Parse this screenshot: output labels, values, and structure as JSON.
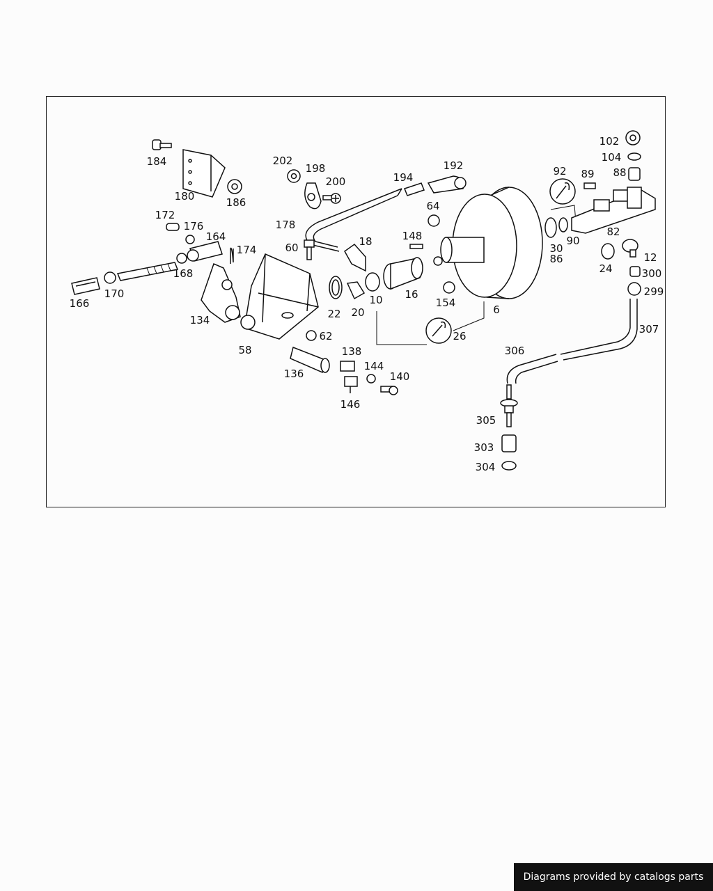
{
  "diagram": {
    "callouts": [
      {
        "id": "184",
        "text": "184"
      },
      {
        "id": "180",
        "text": "180"
      },
      {
        "id": "186",
        "text": "186"
      },
      {
        "id": "202",
        "text": "202"
      },
      {
        "id": "198",
        "text": "198"
      },
      {
        "id": "200",
        "text": "200"
      },
      {
        "id": "194",
        "text": "194"
      },
      {
        "id": "192",
        "text": "192"
      },
      {
        "id": "178",
        "text": "178"
      },
      {
        "id": "172",
        "text": "172"
      },
      {
        "id": "176",
        "text": "176"
      },
      {
        "id": "164",
        "text": "164"
      },
      {
        "id": "174",
        "text": "174"
      },
      {
        "id": "168",
        "text": "168"
      },
      {
        "id": "170",
        "text": "170"
      },
      {
        "id": "166",
        "text": "166"
      },
      {
        "id": "134",
        "text": "134"
      },
      {
        "id": "58",
        "text": "58"
      },
      {
        "id": "60",
        "text": "60"
      },
      {
        "id": "18",
        "text": "18"
      },
      {
        "id": "22",
        "text": "22"
      },
      {
        "id": "20",
        "text": "20"
      },
      {
        "id": "10",
        "text": "10"
      },
      {
        "id": "16",
        "text": "16"
      },
      {
        "id": "148",
        "text": "148"
      },
      {
        "id": "64",
        "text": "64"
      },
      {
        "id": "154",
        "text": "154"
      },
      {
        "id": "6",
        "text": "6"
      },
      {
        "id": "26",
        "text": "26"
      },
      {
        "id": "62",
        "text": "62"
      },
      {
        "id": "136",
        "text": "136"
      },
      {
        "id": "138",
        "text": "138"
      },
      {
        "id": "144",
        "text": "144"
      },
      {
        "id": "140",
        "text": "140"
      },
      {
        "id": "146",
        "text": "146"
      },
      {
        "id": "92",
        "text": "92"
      },
      {
        "id": "89",
        "text": "89"
      },
      {
        "id": "102",
        "text": "102"
      },
      {
        "id": "104",
        "text": "104"
      },
      {
        "id": "88",
        "text": "88"
      },
      {
        "id": "82",
        "text": "82"
      },
      {
        "id": "30",
        "text": "30"
      },
      {
        "id": "90",
        "text": "90"
      },
      {
        "id": "86",
        "text": "86"
      },
      {
        "id": "24",
        "text": "24"
      },
      {
        "id": "12",
        "text": "12"
      },
      {
        "id": "300",
        "text": "300"
      },
      {
        "id": "299",
        "text": "299"
      },
      {
        "id": "307",
        "text": "307"
      },
      {
        "id": "306",
        "text": "306"
      },
      {
        "id": "305",
        "text": "305"
      },
      {
        "id": "303",
        "text": "303"
      },
      {
        "id": "304",
        "text": "304"
      }
    ]
  },
  "footer": {
    "credit": "Diagrams provided by catalogs parts"
  }
}
